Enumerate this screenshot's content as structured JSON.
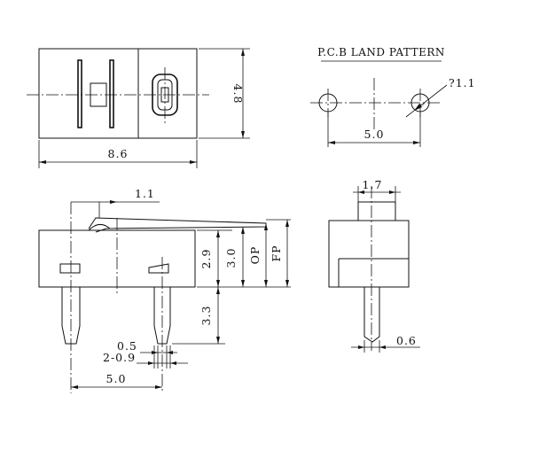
{
  "diagram": {
    "land_pattern_title": "P.C.B LAND PATTERN",
    "dims": {
      "top_width": "8.6",
      "top_height": "4.8",
      "hole_dia": "?1.1",
      "hole_pitch": "5.0",
      "actuator_offset": "1.1",
      "body_h": "2.9",
      "body_h2": "3.0",
      "op": "OP",
      "fp": "FP",
      "pin_len": "3.3",
      "pin_tip": "0.5",
      "pin_w": "2-0.9",
      "pin_pitch": "5.0",
      "side_top": "1.7",
      "side_pin": "0.6"
    }
  }
}
